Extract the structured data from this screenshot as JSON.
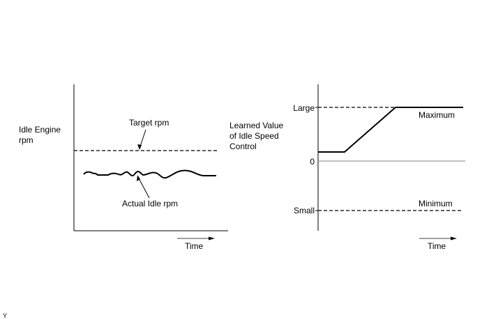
{
  "left_chart": {
    "y_label_lines": [
      "Idle Engine",
      "rpm"
    ],
    "x_label": "Time",
    "target_label": "Target rpm",
    "actual_label": "Actual Idle rpm"
  },
  "right_chart": {
    "y_label_lines": [
      "Learned Value",
      "of Idle Speed",
      "Control"
    ],
    "x_label": "Time",
    "tick_large": "Large",
    "tick_zero": "0",
    "tick_small": "Small",
    "max_label": "Maximum",
    "min_label": "Minimum"
  },
  "corner_mark": "Y",
  "colors": {
    "line": "#000000",
    "axis": "#000000",
    "zero_line": "#999999"
  }
}
